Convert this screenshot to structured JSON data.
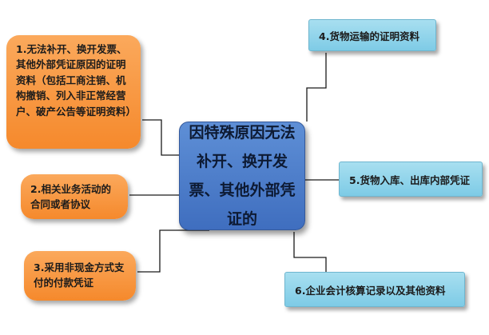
{
  "diagram": {
    "center": {
      "label": "因特殊原因无法补开、换开发票、其他外部凭证的"
    },
    "items": [
      {
        "id": "item-1",
        "label": "1.无法补开、换开发票、其他外部凭证原因的证明资料（包括工商注销、机构撤销、列入非正常经营户、破产公告等证明资料）"
      },
      {
        "id": "item-2",
        "label": "2.相关业务活动的合同或者协议"
      },
      {
        "id": "item-3",
        "label": "3.采用非现金方式支付的付款凭证"
      },
      {
        "id": "item-4",
        "label": "4.货物运输的证明资料"
      },
      {
        "id": "item-5",
        "label": "5.货物入库、出库内部凭证"
      },
      {
        "id": "item-6",
        "label": "6.企业会计核算记录以及其他资料"
      }
    ]
  },
  "colors": {
    "center_fill": "#4a7ccb",
    "left_fill": "#f6902f",
    "right_fill": "#8fd3ea",
    "connector": "#1a1a1a"
  }
}
